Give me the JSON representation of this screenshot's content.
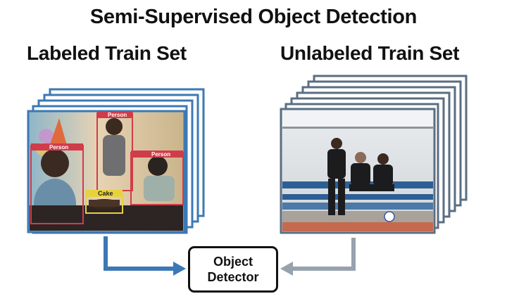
{
  "title": "Semi-Supervised Object Detection",
  "labeled_set": {
    "label": "Labeled Train Set",
    "boxes": [
      "Person",
      "Person",
      "Person",
      "Cake"
    ]
  },
  "unlabeled_set": {
    "label": "Unlabeled Train Set"
  },
  "detector": {
    "line1": "Object",
    "line2": "Detector"
  },
  "colors": {
    "labeled_stack": "#3c78b4",
    "unlabeled_stack": "#5a6e82",
    "labeled_arrow": "#3c78b4",
    "unlabeled_arrow": "#96a2ae",
    "person_box": "#d03c4a",
    "cake_box": "#e8d23c"
  }
}
